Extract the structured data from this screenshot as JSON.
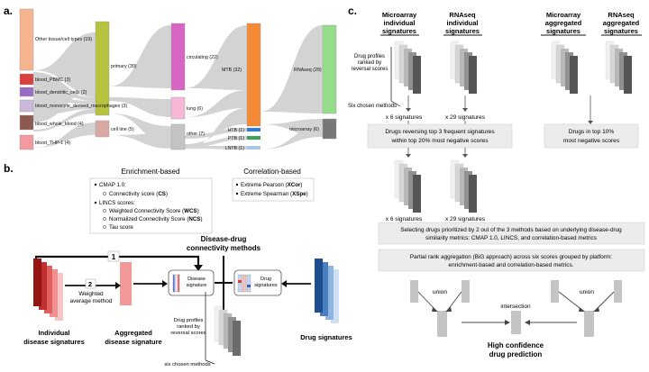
{
  "panels": {
    "a": "a.",
    "b": "b.",
    "c": "c."
  },
  "sankey": {
    "left_nodes": [
      {
        "label": "Other tissue/cell types (19)",
        "color": "#f7b58f"
      },
      {
        "label": "blood_PBMC (3)",
        "color": "#d94040"
      },
      {
        "label": "blood_dendritic_cells (2)",
        "color": "#9a6cc4"
      },
      {
        "label": "blood_monocyte_derived_macrophages (3)",
        "color": "#c9b8da"
      },
      {
        "label": "blood_whole_blood (4)",
        "color": "#8c5a52"
      },
      {
        "label": "blood_THP-1 (4)",
        "color": "#f29aa0"
      }
    ],
    "mid1_nodes": [
      {
        "label": "primary (30)",
        "color": "#b7c23e"
      },
      {
        "label": "cell line (5)",
        "color": "#d8a9a4"
      }
    ],
    "mid2_nodes": [
      {
        "label": "circulating (22)",
        "color": "#d666c2"
      },
      {
        "label": "lung (6)",
        "color": "#f6b8d6"
      },
      {
        "label": "other (7)",
        "color": "#c4c4c4"
      }
    ],
    "mid3_nodes": [
      {
        "label": "MTB (32)",
        "color": "#f48a35"
      },
      {
        "label": "HTB (1)",
        "color": "#2f7dd0"
      },
      {
        "label": "PTB (1)",
        "color": "#3aa35a"
      },
      {
        "label": "LNTB (1)",
        "color": "#a9c8e8"
      }
    ],
    "right_nodes": [
      {
        "label": "RNAseq (29)",
        "color": "#95dc8a"
      },
      {
        "label": "microarray (6)",
        "color": "#777777"
      }
    ]
  },
  "panel_b": {
    "enrichment_title": "Enrichment-based",
    "correlation_title": "Correlation-based",
    "cmap": "CMAP 1.0:",
    "cs": "Connectivity score (CS)",
    "lincs": "LINCS scores:",
    "wcs": "Weighted Connectivity Score (WCS)",
    "ncs": "Normalized Connectivity Score (NCS)",
    "tau": "Tau score",
    "xcor": "Extreme Pearson (XCor)",
    "xspe": "Extreme Spearman (XSpe)",
    "connectivity_title_1": "Disease-drug",
    "connectivity_title_2": "connectivity methods",
    "step1": "1",
    "step2": "2",
    "weighted_1": "Weighted",
    "weighted_2": "average method",
    "disease_sig_1": "Disease",
    "disease_sig_2": "signature",
    "drug_sig_1": "Drug",
    "drug_sig_2": "signatures",
    "individual_1": "Individual",
    "individual_2": "disease signatures",
    "aggregated_1": "Aggregated",
    "aggregated_2": "disease signature",
    "drug_signatures": "Drug signatures",
    "profiles_1": "Drug profiles",
    "profiles_2": "ranked by",
    "profiles_3": "reversal scores",
    "six_methods": "six chosen methods"
  },
  "panel_c": {
    "micro_ind_1": "Microarray",
    "micro_ind_2": "individual",
    "micro_ind_3": "signatures",
    "rna_ind_1": "RNAseq",
    "rna_ind_2": "individual",
    "rna_ind_3": "signatures",
    "micro_agg_1": "Microarray",
    "micro_agg_2": "aggregated",
    "micro_agg_3": "signatures",
    "rna_agg_1": "RNAseq",
    "rna_agg_2": "aggregated",
    "rna_agg_3": "signatures",
    "profiles_1": "Drug profiles",
    "profiles_2": "ranked by",
    "profiles_3": "reversal scores",
    "six_methods": "Six chosen methods",
    "x6": "x 6 signatures",
    "x29": "x 29 signatures",
    "box_reversing_1": "Drugs reversing top 3 frequent signatures",
    "box_reversing_2": "within top 20% most negative scores",
    "box_top10_1": "Drugs in top 10%",
    "box_top10_2": "most negative scores",
    "box_select_1": "Selecting drugs prioritized by 2 out of the 3 methods based on underlying disease-drug",
    "box_select_2": "similarity metrics: CMAP 1.0, LINCS, and correlation-based metrics",
    "box_partial_1": "Partial rank aggregation (BiG approach) across six scores grouped by platform:",
    "box_partial_2": "enrichment-based and correlation-based metrics.",
    "union_1": "union",
    "union_2": "union",
    "intersection": "intersection",
    "high_conf_1": "High confidence",
    "high_conf_2": "drug prediction"
  }
}
